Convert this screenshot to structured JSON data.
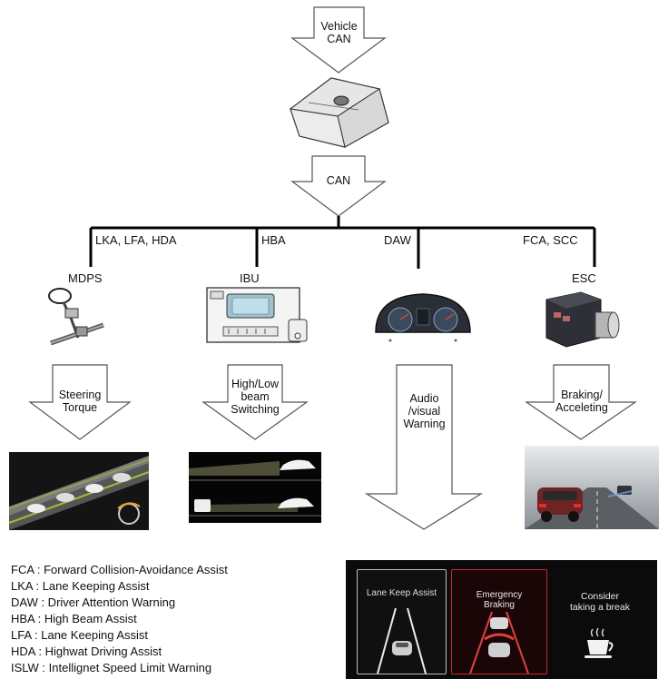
{
  "top_arrow": {
    "label_line1": "Vehicle",
    "label_line2": "CAN"
  },
  "can_arrow": {
    "label": "CAN"
  },
  "bus": {
    "branch_labels": [
      "LKA, LFA, HDA",
      "HBA",
      "DAW",
      "FCA, SCC"
    ]
  },
  "modules": [
    {
      "name": "MDPS",
      "icon": "steering-rack-icon"
    },
    {
      "name": "IBU",
      "icon": "ibu-unit-icon"
    },
    {
      "name": "",
      "icon": "instrument-cluster-icon"
    },
    {
      "name": "ESC",
      "icon": "esc-unit-icon"
    }
  ],
  "outputs": [
    {
      "line1": "Steering",
      "line2": "Torque",
      "line3": ""
    },
    {
      "line1": "High/Low",
      "line2": "beam",
      "line3": "Switching"
    },
    {
      "line1": "Audio",
      "line2": "/visual",
      "line3": "Warning"
    },
    {
      "line1": "Braking/",
      "line2": "Acceleting",
      "line3": ""
    }
  ],
  "legend": [
    "FCA : Forward Collision-Avoidance Assist",
    "LKA : Lane Keeping Assist",
    "DAW : Driver Attention Warning",
    "HBA : High Beam Assist",
    "LFA : Lane Keeping Assist",
    "HDA : Highwat Driving Assist",
    "ISLW : Intellignet Speed Limit Warning"
  ],
  "cluster_panels": [
    {
      "title": "Lane Keep Assist",
      "title2": ""
    },
    {
      "title": "Emergency",
      "title2": "Braking"
    },
    {
      "title": "Consider",
      "title2": "taking a break"
    }
  ],
  "colors": {
    "line": "#000000",
    "panel_bg": "#0b0b0b",
    "warning_red": "#c8262c",
    "lane_green": "#9bbf3a"
  }
}
